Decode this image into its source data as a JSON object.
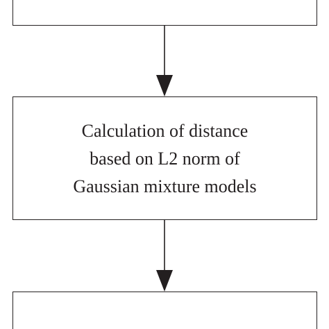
{
  "diagram": {
    "nodes": [
      {
        "id": "previous-step",
        "label": ""
      },
      {
        "id": "distance-calculation",
        "label": "Calculation of distance\nbased on L2 norm of\nGaussian mixture models"
      },
      {
        "id": "next-step",
        "label": ""
      }
    ],
    "edges": [
      {
        "from": "previous-step",
        "to": "distance-calculation"
      },
      {
        "from": "distance-calculation",
        "to": "next-step"
      }
    ],
    "colors": {
      "stroke": "#231f20",
      "background": "#ffffff"
    }
  }
}
